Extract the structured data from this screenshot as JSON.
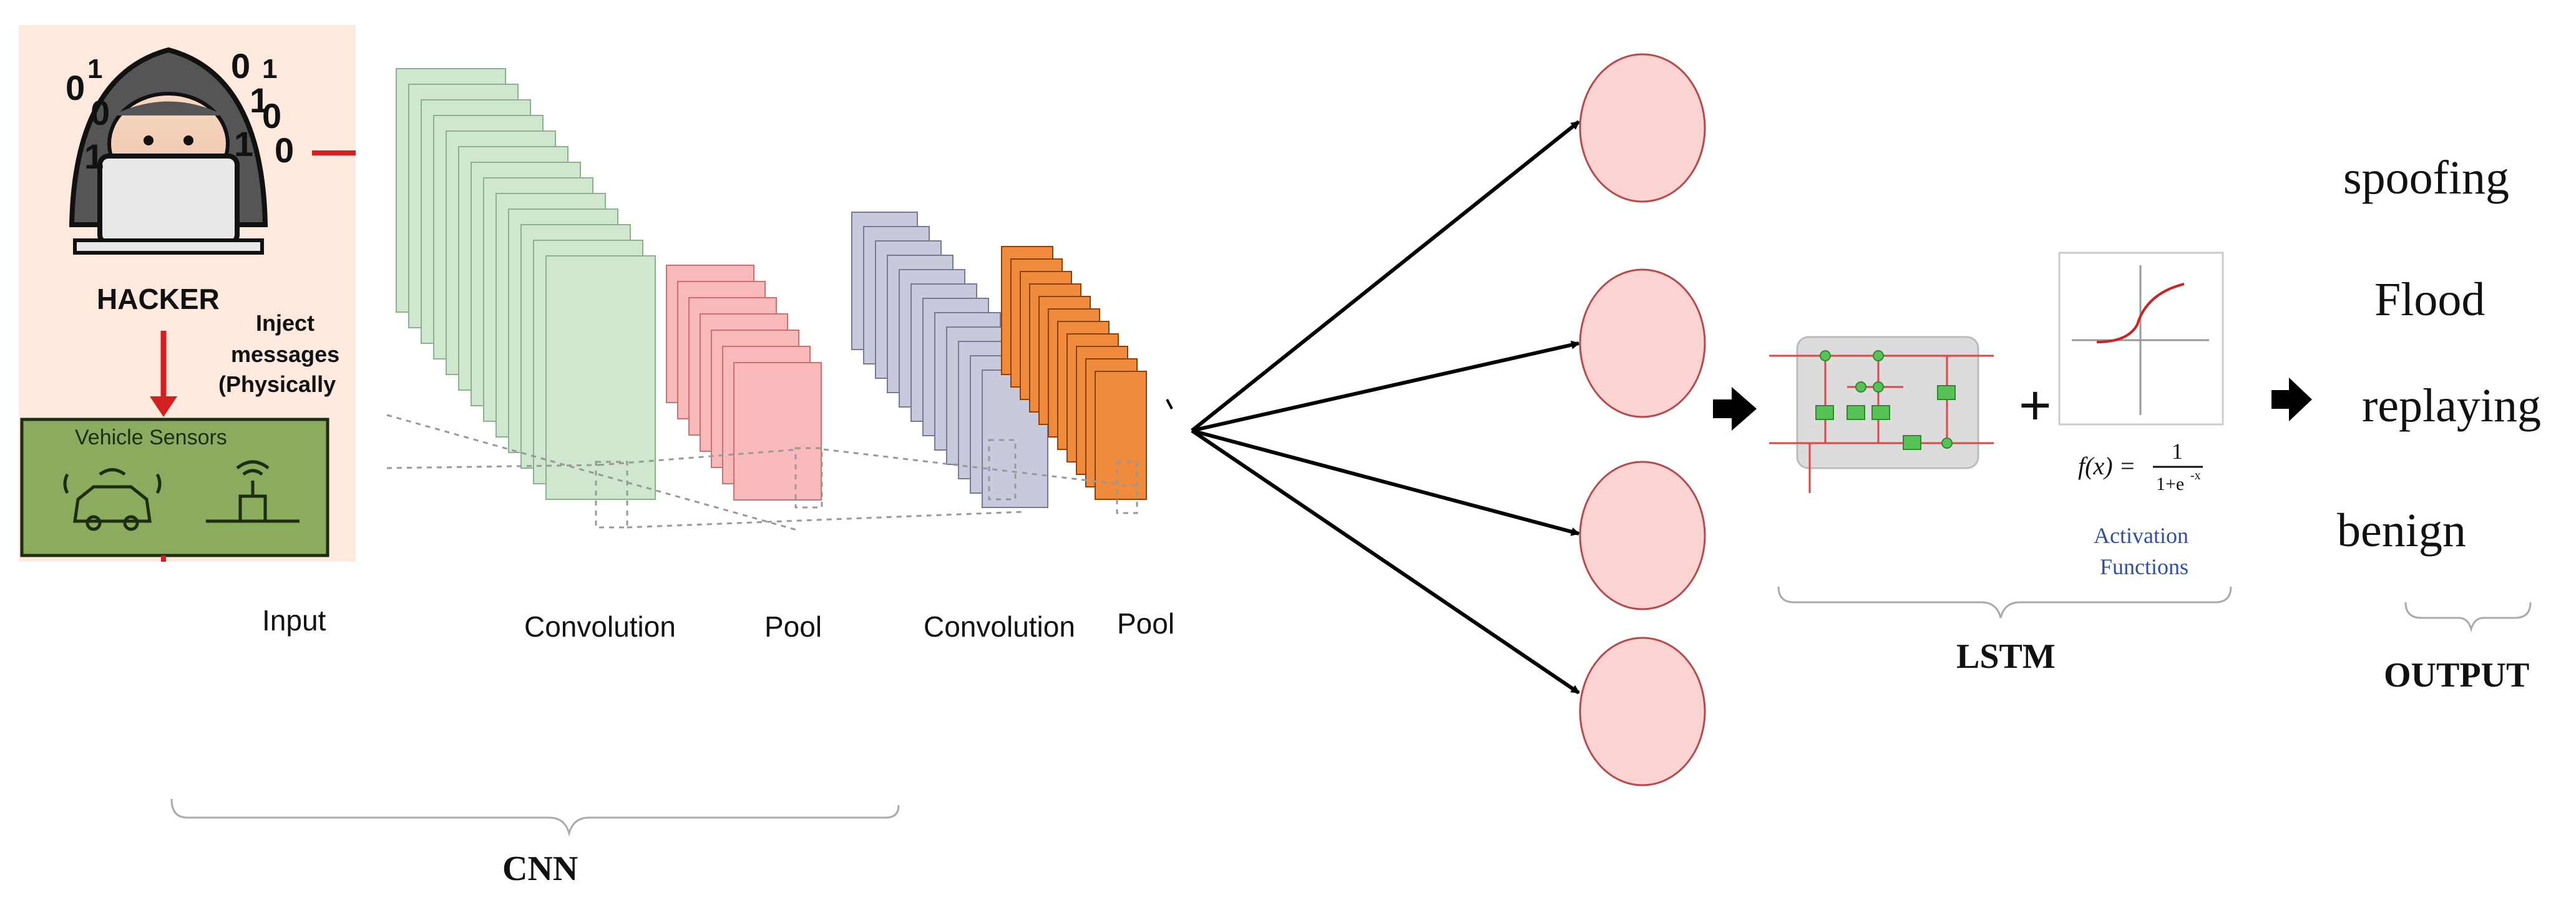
{
  "input_panel": {
    "hacker_label": "HACKER",
    "binary_digits": [
      "0",
      "1",
      "0",
      "1",
      "0",
      "1",
      "1",
      "0",
      "1",
      "0"
    ],
    "inject_text": [
      "Inject",
      "messages",
      "(Physically"
    ],
    "vehicle_sensors_label": "Vehicle Sensors",
    "input_label": "Input"
  },
  "cnn": {
    "stage_labels": [
      "Convolution",
      "Pool",
      "Convolution",
      "Pool"
    ],
    "group_label": "CNN",
    "colors": {
      "conv1": "#cfe6cf",
      "pool1": "#f7b9b9",
      "conv2": "#c7c9dc",
      "pool2": "#f08a3c"
    }
  },
  "dense_nodes": {
    "count": 4,
    "fill": "#fbd3d3"
  },
  "lstm": {
    "activation_formula": "f(x) = 1 / (1+e^-x)",
    "formula_lhs": "f(x) =",
    "formula_num": "1",
    "formula_den": "1+e",
    "formula_exp": "-x",
    "activation_label": [
      "Activation",
      "Functions"
    ],
    "plus_sign": "+",
    "group_label": "LSTM"
  },
  "output": {
    "classes": [
      "spoofing",
      "Flood",
      "replaying",
      "benign"
    ],
    "group_label": "OUTPUT"
  }
}
